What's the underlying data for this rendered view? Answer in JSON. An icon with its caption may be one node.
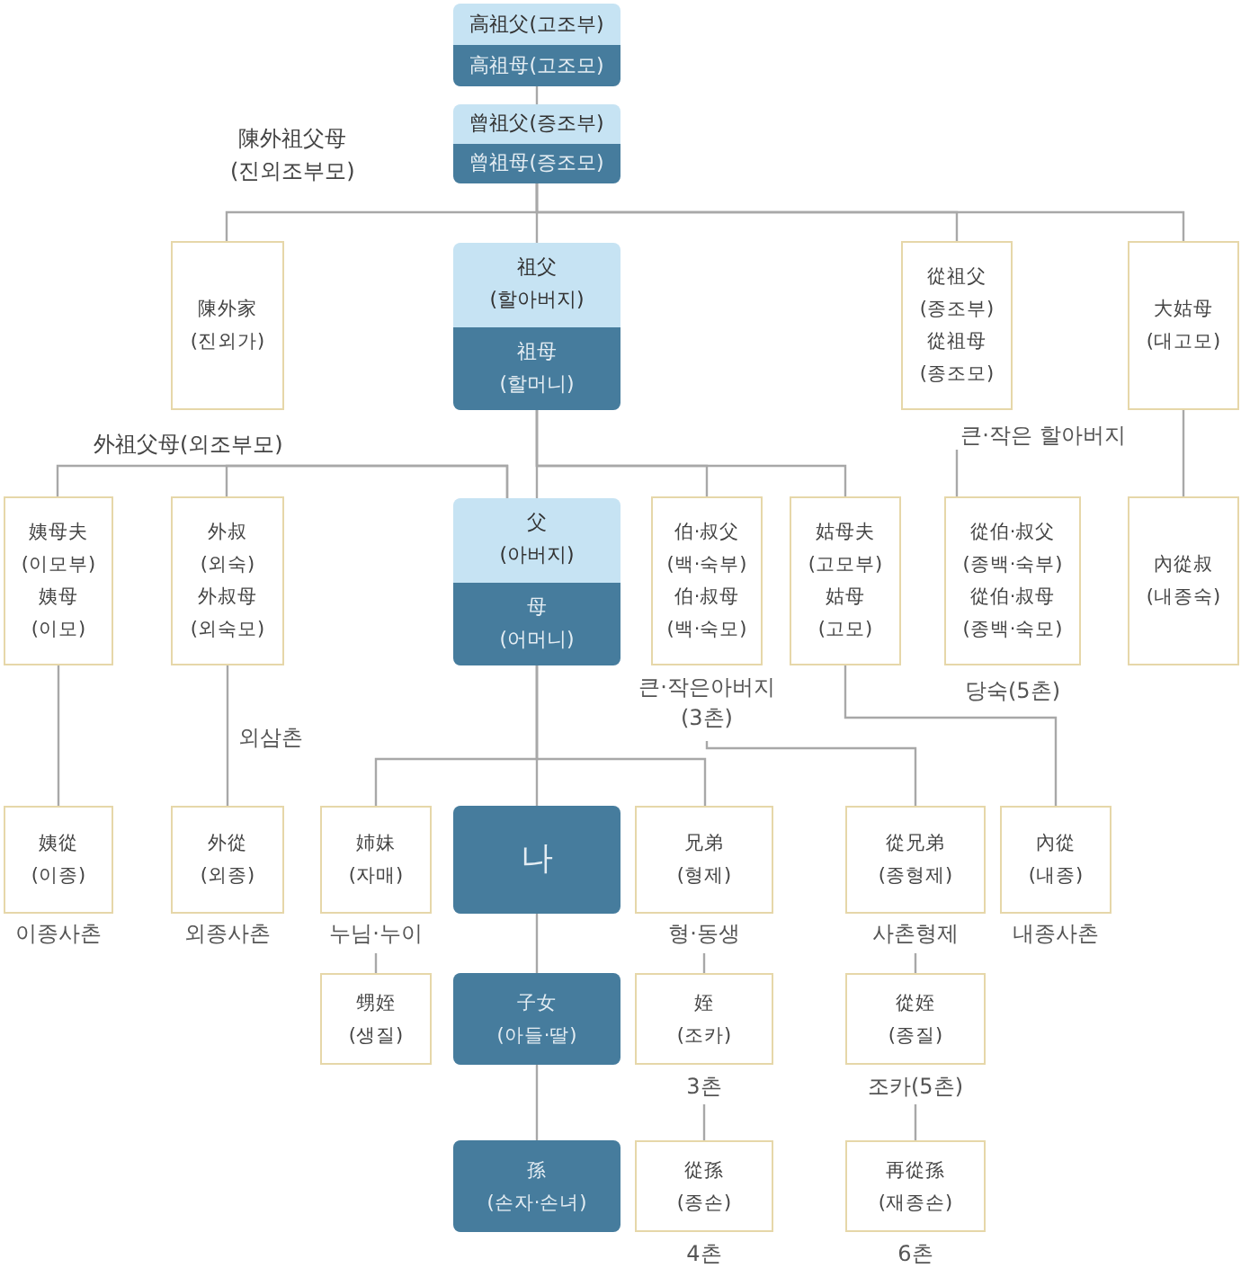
{
  "diagram": {
    "nodes": [
      {
        "text": [
          "高祖父(고조부)",
          "高祖母(고조모)"
        ]
      },
      {
        "text": [
          "曾祖父(증조부)",
          "曾祖母(증조모)"
        ]
      },
      {
        "text": [
          "陳外家 (진외가)"
        ]
      },
      {
        "text": [
          "祖父 (할아버지)",
          "祖母 (할머니)"
        ]
      },
      {
        "text": [
          "從祖父 (종조부)",
          "從祖母 (종조모)"
        ],
        "beside": [
          "큰·작은 할아버지"
        ]
      },
      {
        "text": [
          "大姑母 (대고모)"
        ]
      },
      {
        "text": [
          "姨母夫 (이모부)",
          "姨母 (이모)"
        ]
      },
      {
        "text": [
          "外叔 (외숙)",
          "外叔母 (외숙모)"
        ],
        "beside": [
          "외삼촌"
        ]
      },
      {
        "text": [
          "父 (아버지)",
          "母 (어머니)"
        ]
      },
      {
        "text": [
          "伯·叔父 (백·숙부)",
          "伯·叔母 (백·숙모)"
        ],
        "beside": [
          "큰·작은아버지 (3촌)"
        ]
      },
      {
        "text": [
          "姑母夫 (고모부)",
          "姑母 (고모)"
        ]
      },
      {
        "text": [
          "從伯·叔父 (종백·숙부)",
          "從伯·叔母 (종백·숙모)"
        ],
        "beside": [
          "당숙(5촌)"
        ]
      },
      {
        "text": [
          "內從叔 (내종숙)"
        ]
      },
      {
        "text": [
          "姨從 (이종)"
        ],
        "beside": [
          "이종사촌"
        ]
      },
      {
        "text": [
          "外從 (외종)"
        ],
        "beside": [
          "외종사촌"
        ]
      },
      {
        "text": [
          "姉妹 (자매)"
        ],
        "beside": [
          "누님·누이"
        ]
      },
      {
        "text": [
          "나"
        ]
      },
      {
        "text": [
          "兄弟 (형제)"
        ],
        "beside": [
          "형·동생"
        ]
      },
      {
        "text": [
          "從兄弟 (종형제)"
        ],
        "beside": [
          "사촌형제"
        ]
      },
      {
        "text": [
          "內從 (내종)"
        ],
        "beside": [
          "내종사촌"
        ]
      },
      {
        "text": [
          "甥姪 (생질)"
        ]
      },
      {
        "text": [
          "子女 (아들·딸)"
        ]
      },
      {
        "text": [
          "姪 (조카)"
        ],
        "beside": [
          "3촌"
        ]
      },
      {
        "text": [
          "從姪 (종질)"
        ],
        "beside": [
          "조카(5촌)"
        ]
      },
      {
        "text": [
          "孫 (손자·손녀)"
        ]
      },
      {
        "text": [
          "從孫 (종손)"
        ],
        "beside": [
          "4촌"
        ]
      },
      {
        "text": [
          "再從孫 (재종손)"
        ],
        "beside": [
          "6촌"
        ]
      }
    ],
    "edges": [
      {
        "from": 0,
        "to": 1,
        "arrow": "none"
      },
      {
        "from": 1,
        "to": 2,
        "arrow": "none"
      },
      {
        "from": 1,
        "to": 3,
        "arrow": "none"
      },
      {
        "from": 1,
        "to": 4,
        "arrow": "none"
      },
      {
        "from": 1,
        "to": 5,
        "arrow": "none"
      },
      {
        "from": 8,
        "to": 6,
        "arrow": "none"
      },
      {
        "from": 8,
        "to": 7,
        "arrow": "none"
      },
      {
        "from": 3,
        "to": 8,
        "arrow": "none"
      },
      {
        "from": 3,
        "to": 9,
        "arrow": "none"
      },
      {
        "from": 3,
        "to": 10,
        "arrow": "none"
      },
      {
        "from": 4,
        "to": 11,
        "arrow": "none"
      },
      {
        "from": 5,
        "to": 12,
        "arrow": "none"
      },
      {
        "from": 6,
        "to": 13,
        "arrow": "none"
      },
      {
        "from": 7,
        "to": 14,
        "arrow": "none"
      },
      {
        "from": 8,
        "to": 15,
        "arrow": "none"
      },
      {
        "from": 8,
        "to": 16,
        "arrow": "none"
      },
      {
        "from": 8,
        "to": 17,
        "arrow": "none"
      },
      {
        "from": 9,
        "to": 18,
        "arrow": "none"
      },
      {
        "from": 10,
        "to": 19,
        "arrow": "none"
      },
      {
        "from": 15,
        "to": 20,
        "arrow": "none"
      },
      {
        "from": 16,
        "to": 21,
        "arrow": "none"
      },
      {
        "from": 17,
        "to": 22,
        "arrow": "none"
      },
      {
        "from": 18,
        "to": 23,
        "arrow": "none"
      },
      {
        "from": 21,
        "to": 24,
        "arrow": "none"
      },
      {
        "from": 22,
        "to": 25,
        "arrow": "none"
      },
      {
        "from": 23,
        "to": 26,
        "arrow": "none"
      }
    ],
    "labels": [
      "陳外祖父母 (진외조부모)",
      "外祖父母(외조부모)"
    ]
  }
}
